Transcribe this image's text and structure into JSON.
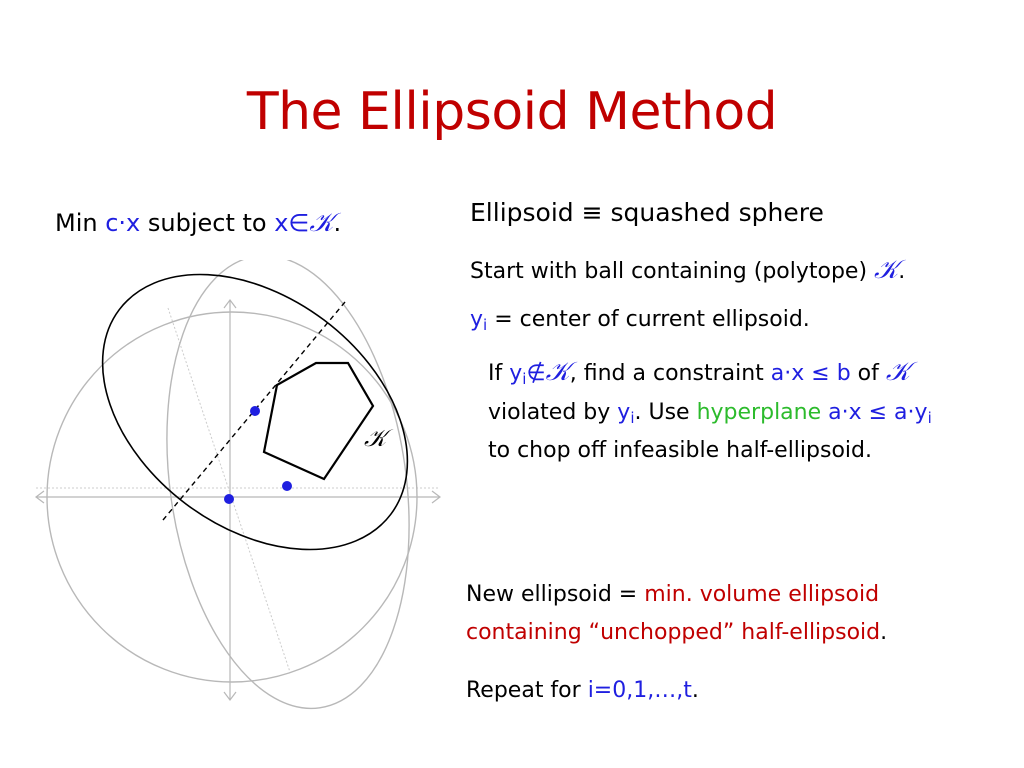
{
  "slide": {
    "title": "The Ellipsoid Method"
  },
  "problem": {
    "min": "Min ",
    "cx": "c·x",
    "subject_to": " subject to ",
    "xin": "x∈",
    "K": "𝒦",
    "period": "."
  },
  "right": {
    "line1": "Ellipsoid ≡ squashed sphere",
    "line2_text": "Start with ball containing (polytope) ",
    "line2_K": "𝒦",
    "line2_end": ".",
    "line3_y": "y",
    "line3_sub": "i",
    "line3_text": " = center of current ellipsoid.",
    "if_prefix": "If ",
    "if_y": "y",
    "if_sub": "i",
    "if_notin": "∉",
    "if_K": "𝒦",
    "if_text": ", find a constraint ",
    "if_constraint": "a·x ≤ b",
    "if_of": " of ",
    "if_K2": "𝒦",
    "viol_text": "violated by ",
    "viol_y": "y",
    "viol_sub": "i",
    "viol_use": ". Use ",
    "viol_hyper": "hyperplane",
    "viol_space": " ",
    "viol_eq": "a·x ≤ a·y",
    "viol_eq_sub": "i",
    "chop": "to chop off infeasible half-ellipsoid."
  },
  "bottom": {
    "new_prefix": "New ellipsoid = ",
    "new_red1": "min. volume ellipsoid",
    "new_red2": "containing “unchopped” half-ellipsoid",
    "new_end": ".",
    "repeat_prefix": "Repeat for ",
    "repeat_range": "i=0,1,…,t",
    "repeat_end": "."
  },
  "diagram": {
    "K_label": "𝒦"
  },
  "colors": {
    "title": "#c00000",
    "blue": "#1f1fe0",
    "red": "#c00000",
    "green": "#2cbb2c",
    "gray": "#b0b0b0"
  }
}
